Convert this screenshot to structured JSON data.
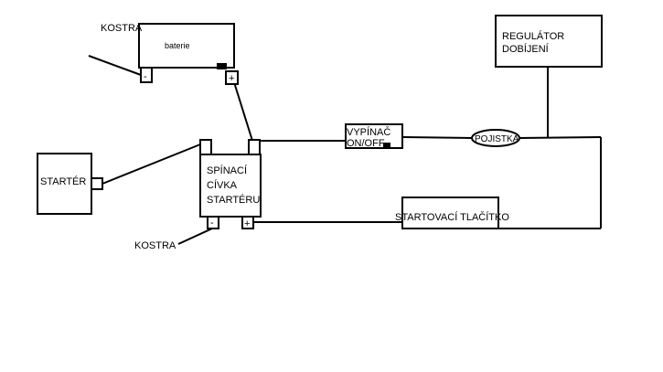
{
  "diagram": {
    "labels": {
      "battery": "baterie",
      "ground_top": "KOSTRA",
      "ground_bottom": "KOSTRA",
      "starter": "STARTÉR",
      "solenoid_line1": "SPÍNACÍ",
      "solenoid_line2": "CÍVKA",
      "solenoid_line3": "STARTÉRU",
      "switch_line1": "VYPÍNAČ",
      "switch_line2": "ON/OFF",
      "fuse": "POJISTKA",
      "regulator_line1": "REGULÁTOR",
      "regulator_line2": "DOBÍJENÍ",
      "start_button": "STARTOVACÍ TLAČÍTKO"
    },
    "terminals": {
      "battery_minus": "-",
      "battery_plus": "+",
      "solenoid_minus": "-",
      "solenoid_plus": "+"
    },
    "colors": {
      "line": "#000000",
      "background": "#ffffff"
    }
  }
}
